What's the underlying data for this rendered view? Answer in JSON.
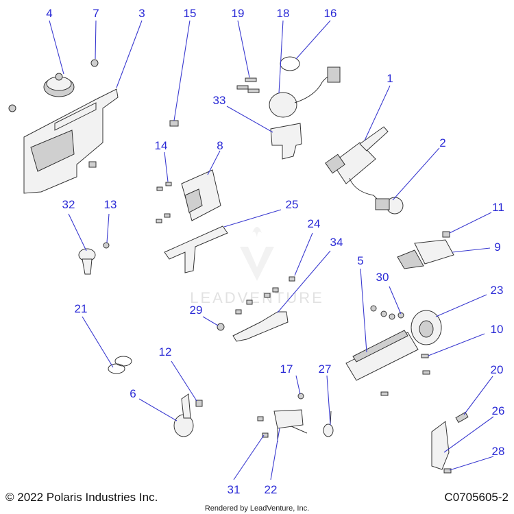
{
  "callouts": [
    "1",
    "2",
    "3",
    "4",
    "5",
    "6",
    "7",
    "8",
    "9",
    "10",
    "11",
    "12",
    "13",
    "14",
    "15",
    "16",
    "17",
    "18",
    "19",
    "20",
    "21",
    "22",
    "23",
    "24",
    "25",
    "26",
    "27",
    "28",
    "29",
    "30",
    "31",
    "32",
    "33",
    "34"
  ],
  "footer": {
    "copyright": "© 2022 Polaris Industries Inc.",
    "rendered_by": "Rendered by LeadVenture, Inc.",
    "diagram_id": "C0705605-2"
  },
  "watermark": {
    "text": "LEADVENTURE"
  }
}
